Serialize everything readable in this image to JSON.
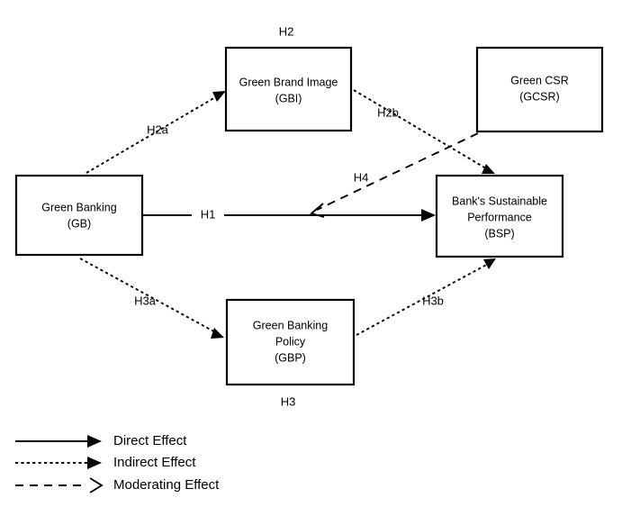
{
  "diagram": {
    "title_text": "",
    "nodes": [
      {
        "id": "gbi",
        "line1": "Green Brand Image",
        "line2": "(GBI)",
        "line3": ""
      },
      {
        "id": "gcsr",
        "line1": "Green CSR",
        "line2": "(GCSR)",
        "line3": ""
      },
      {
        "id": "gb",
        "line1": "Green Banking",
        "line2": "(GB)",
        "line3": ""
      },
      {
        "id": "bsp",
        "line1": "Bank's Sustainable",
        "line2": "Performance",
        "line3": "(BSP)"
      },
      {
        "id": "gbp",
        "line1": "Green Banking",
        "line2": "Policy",
        "line3": "(GBP)"
      }
    ],
    "hypotheses": [
      {
        "id": "h2",
        "label": "H2"
      },
      {
        "id": "h2a",
        "label": "H2a"
      },
      {
        "id": "h2b",
        "label": "H2b"
      },
      {
        "id": "h1",
        "label": "H1"
      },
      {
        "id": "h4",
        "label": "H4"
      },
      {
        "id": "h3a",
        "label": "H3a"
      },
      {
        "id": "h3b",
        "label": "H3b"
      },
      {
        "id": "h3",
        "label": "H3"
      }
    ],
    "legend": [
      {
        "id": "direct",
        "label": "Direct Effect",
        "style": "solid"
      },
      {
        "id": "indirect",
        "label": "Indirect Effect",
        "style": "dotted"
      },
      {
        "id": "moderating",
        "label": "Moderating Effect",
        "style": "dashed"
      }
    ],
    "colors": {
      "stroke": "#000000",
      "fill": "#ffffff",
      "text": "#000000"
    }
  }
}
